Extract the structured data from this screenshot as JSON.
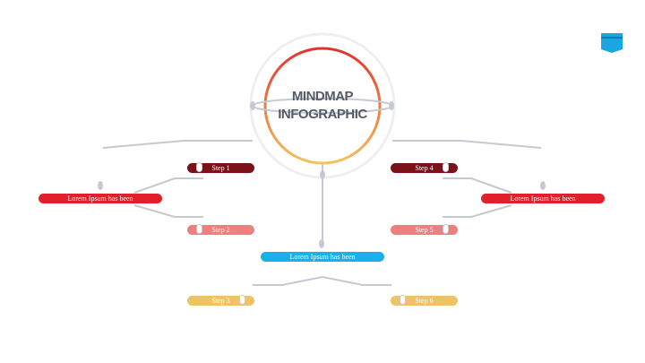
{
  "title": {
    "line1": "MINDMAP",
    "line2": "INFOGRAPHIC"
  },
  "center_branch": {
    "label": "Lorem Ipsum has been",
    "color": "#1ab0ea"
  },
  "left_branch": {
    "label": "Lorem Ipsum has been",
    "color": "#e0202b"
  },
  "right_branch": {
    "label": "Lorem Ipsum has been",
    "color": "#e0202b"
  },
  "steps": {
    "step1": {
      "label": "Step 1",
      "color": "#7b1218"
    },
    "step2": {
      "label": "Step 2",
      "color": "#ef7f7f"
    },
    "step3": {
      "label": "Step 3",
      "color": "#eec365"
    },
    "step4": {
      "label": "Step 4",
      "color": "#7b1218"
    },
    "step5": {
      "label": "Step 5",
      "color": "#ef7f7f"
    },
    "step6": {
      "label": "Step 6",
      "color": "#eec365"
    }
  },
  "colors": {
    "connector": "#c7c9d2",
    "ring_top": "#e0342c",
    "ring_bottom": "#f2c35e",
    "title_text": "#555a66",
    "corner_tab": "#1aa6e0"
  }
}
